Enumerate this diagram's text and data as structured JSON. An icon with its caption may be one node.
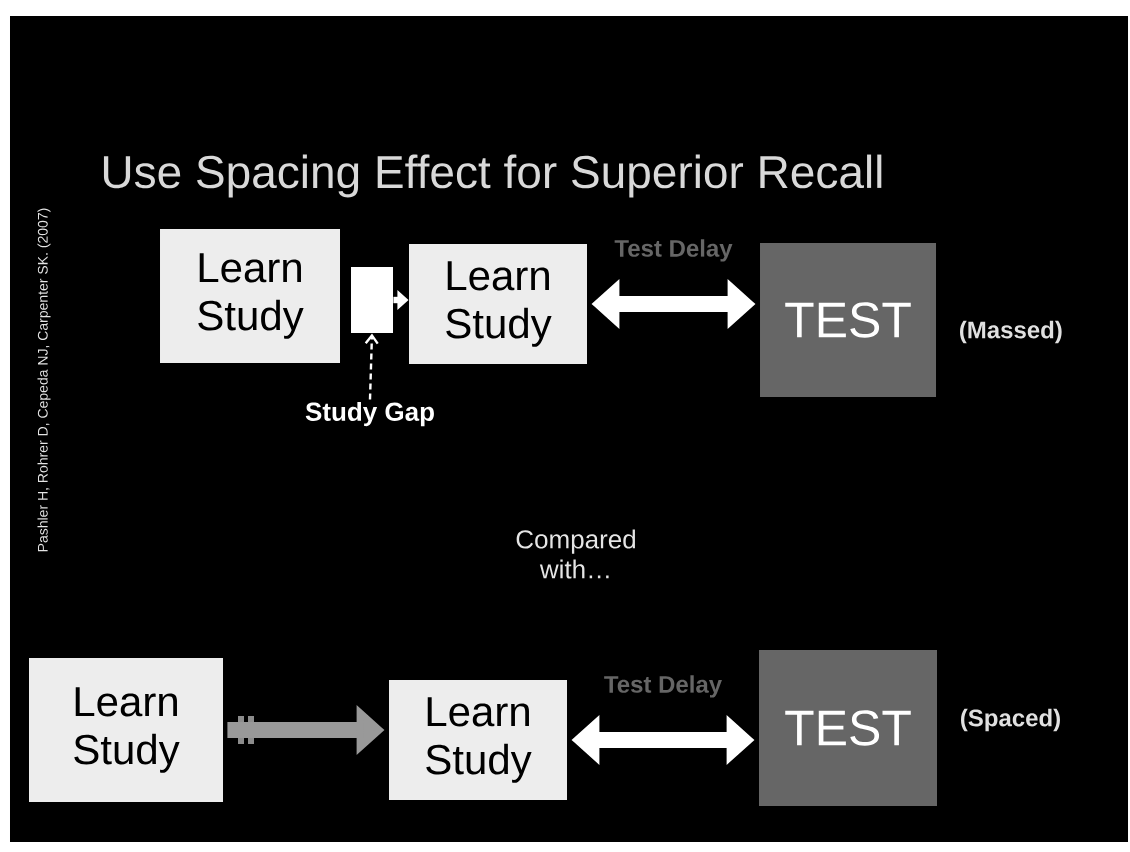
{
  "diagram": {
    "title": "Use Spacing Effect for Superior Recall",
    "nodes": [
      {
        "text": [
          "Learn Study"
        ]
      },
      {
        "text": [],
        "shape": "box"
      },
      {
        "text": [
          "Learn Study"
        ]
      },
      {
        "text": [
          "TEST"
        ],
        "beside": [
          "(Massed)"
        ]
      },
      {
        "text": [
          "Study Gap"
        ]
      },
      {
        "text": [
          "Learn Study"
        ]
      },
      {
        "text": [
          "Learn Study"
        ]
      },
      {
        "text": [
          "TEST"
        ],
        "beside": [
          "(Spaced)"
        ]
      }
    ],
    "edges": [
      {
        "from": 1,
        "to": 2,
        "arrow": "to"
      },
      {
        "from": 2,
        "to": 3,
        "arrow": "both",
        "label": "Test Delay"
      },
      {
        "from": 4,
        "to": 1,
        "arrow": "to",
        "style": "dashed"
      },
      {
        "from": 5,
        "to": 6,
        "arrow": "to",
        "color": "#999999"
      },
      {
        "from": 6,
        "to": 7,
        "arrow": "both",
        "label": "Test Delay"
      }
    ],
    "labels": [
      "Compared with…",
      "Pashler H, Rohrer D, Cepeda NJ, Carpenter SK. (2007)"
    ]
  }
}
